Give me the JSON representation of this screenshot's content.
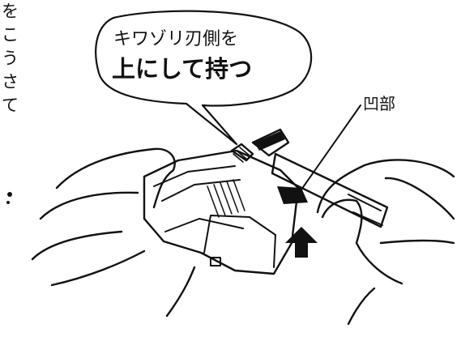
{
  "side_text": [
    "を",
    "こ",
    "う",
    "さ",
    "て"
  ],
  "callout": {
    "line1": "キワゾリ刃側を",
    "line2": "上にして持つ"
  },
  "recess_label": "凹部",
  "icons": {
    "arrow": "upward-arrow-icon"
  }
}
